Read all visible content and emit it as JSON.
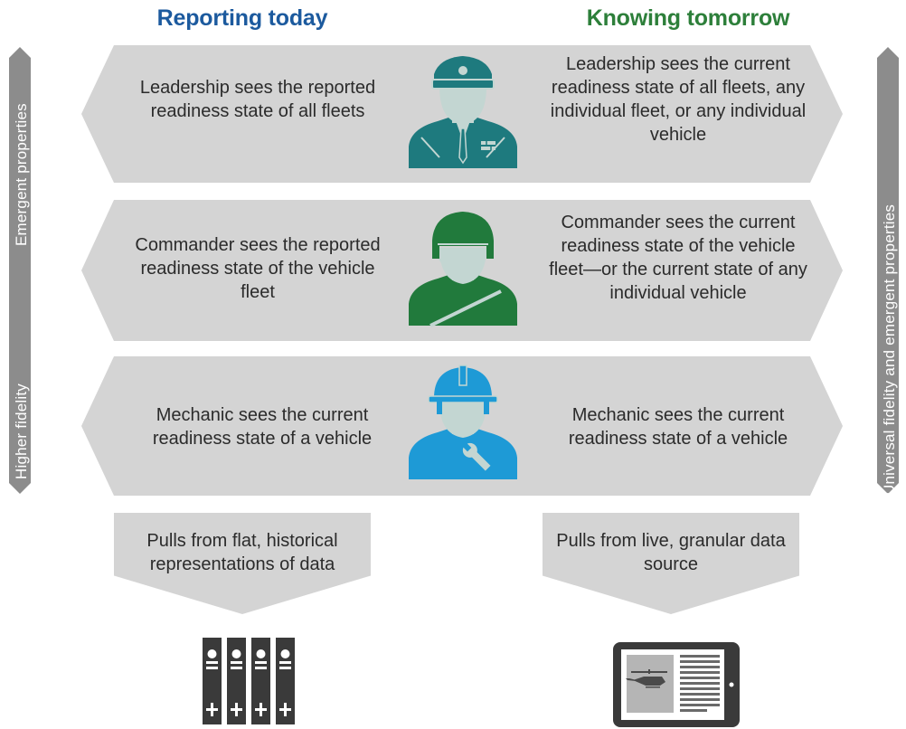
{
  "headings": {
    "left": "Reporting today",
    "right": "Knowing tomorrow"
  },
  "rows": [
    {
      "role_icon": "leadership-officer-icon",
      "left_text": "Leadership sees the reported readiness state of all fleets",
      "right_text": "Leadership sees the current readiness state of all fleets, any individual fleet, or any individual vehicle"
    },
    {
      "role_icon": "commander-soldier-icon",
      "left_text": "Commander sees the reported readiness state of the vehicle fleet",
      "right_text": "Commander sees the current readiness state of the vehicle fleet—or the current state of any individual vehicle"
    },
    {
      "role_icon": "mechanic-worker-icon",
      "left_text": "Mechanic sees the current readiness state of a vehicle",
      "right_text": "Mechanic sees the current readiness state of a vehicle"
    }
  ],
  "side_labels": {
    "left_top": "Emergent properties",
    "left_bottom": "Higher fidelity",
    "right": "Universal fidelity and emergent properties"
  },
  "sources": {
    "left": "Pulls from flat, historical representations of data",
    "right": "Pulls from live, granular data source"
  },
  "source_icons": {
    "left": "server-racks-icon",
    "right": "tablet-helicopter-icon"
  },
  "colors": {
    "left_heading": "#1c5a9e",
    "right_heading": "#2d7f3a",
    "band": "#d4d4d4",
    "sidebar": "#8c8c8c",
    "leadership": "#1e7a7e",
    "commander": "#217a3c",
    "mechanic": "#1e9ad6",
    "face": "#c3d6d2",
    "device": "#3a3a3a"
  }
}
